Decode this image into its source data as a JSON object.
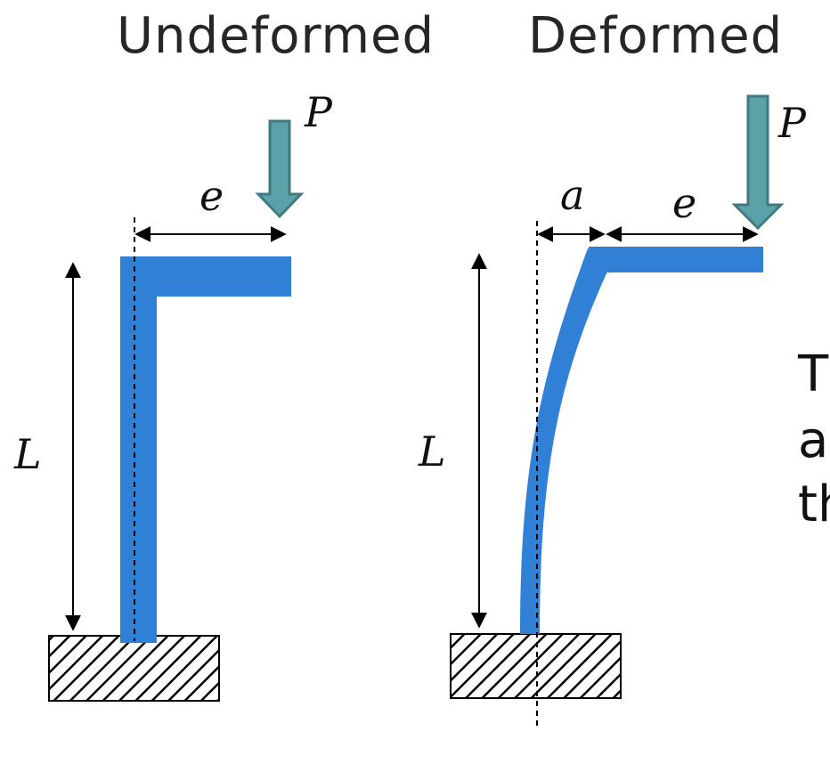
{
  "titles": {
    "left": "Undeformed",
    "right": "Deformed"
  },
  "labels": {
    "load": "P",
    "eccentricity": "e",
    "deflection": "a",
    "length": "L"
  },
  "side_text": {
    "line1": "T",
    "line2": "a",
    "line3": "th"
  },
  "colors": {
    "beam": "#3080d6",
    "arrow_fill": "#5ba2a8",
    "arrow_stroke": "#3f7a82",
    "ink": "#000000"
  }
}
